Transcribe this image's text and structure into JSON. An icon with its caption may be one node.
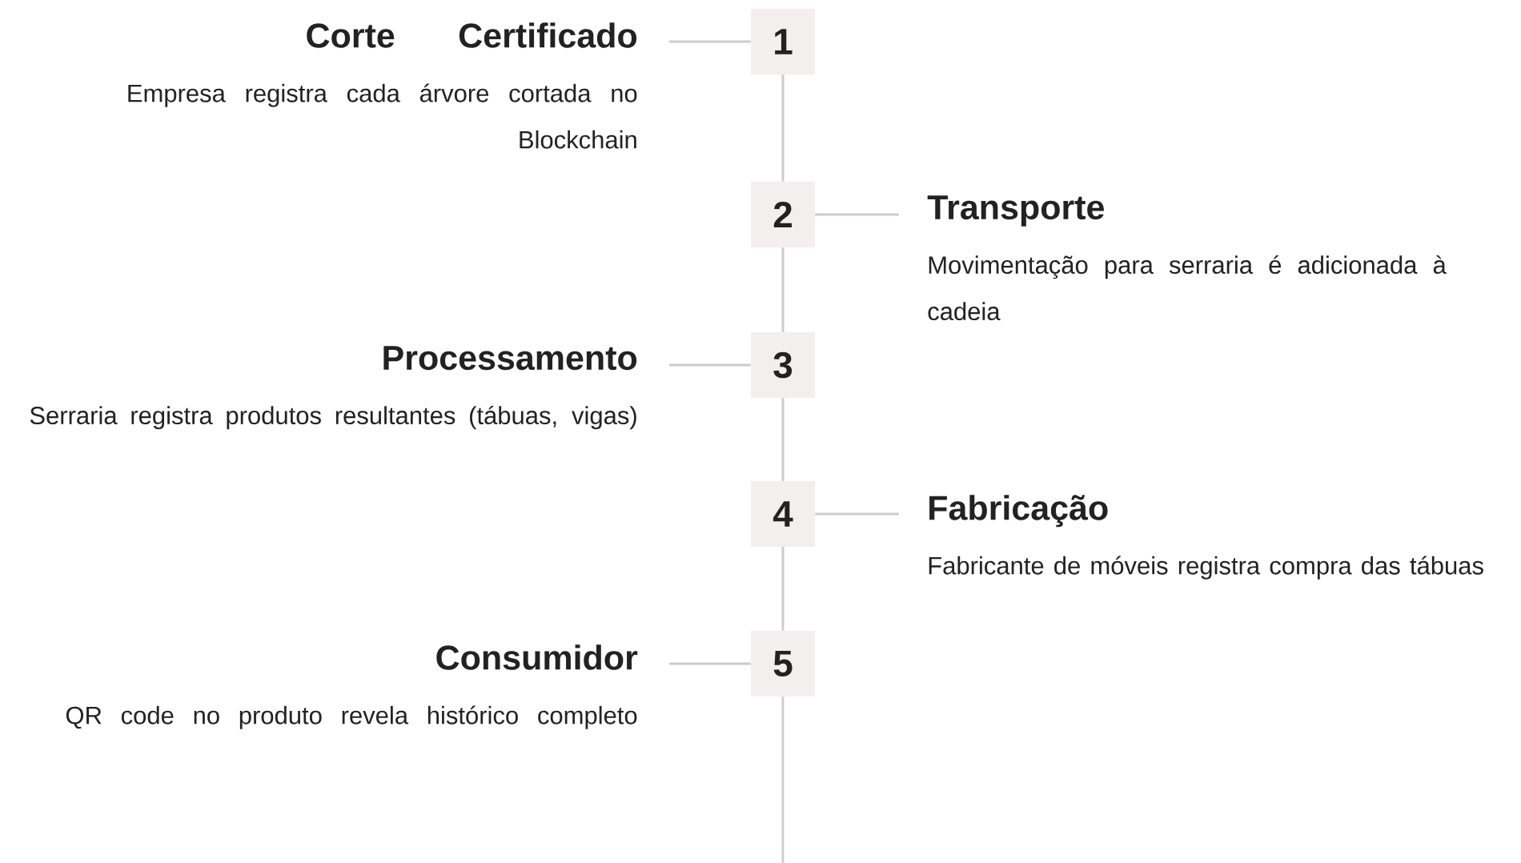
{
  "diagram": {
    "nodes": [
      {
        "text": [
          "Corte Certificado",
          "Empresa registra cada árvore cortada no Blockchain"
        ]
      },
      {
        "text": [
          "1"
        ]
      },
      {
        "text": [
          "2"
        ]
      },
      {
        "text": [
          "Transporte",
          "Movimentação para serraria é adicionada à cadeia"
        ]
      },
      {
        "text": [
          "Processamento",
          "Serraria registra produtos resultantes (tábuas, vigas)"
        ]
      },
      {
        "text": [
          "3"
        ]
      },
      {
        "text": [
          "4"
        ]
      },
      {
        "text": [
          "Fabricação",
          "Fabricante de móveis registra compra das tábuas"
        ]
      },
      {
        "text": [
          "Consumidor",
          "QR code no produto revela histórico completo"
        ]
      },
      {
        "text": [
          "5"
        ]
      }
    ],
    "edges": [
      {
        "from": 0,
        "to": 1,
        "arrow": "none"
      },
      {
        "from": 1,
        "to": 2,
        "arrow": "none"
      },
      {
        "from": 2,
        "to": 3,
        "arrow": "none"
      },
      {
        "from": 2,
        "to": 5,
        "arrow": "none"
      },
      {
        "from": 4,
        "to": 5,
        "arrow": "none"
      },
      {
        "from": 5,
        "to": 6,
        "arrow": "none"
      },
      {
        "from": 6,
        "to": 7,
        "arrow": "none"
      },
      {
        "from": 6,
        "to": 9,
        "arrow": "none"
      },
      {
        "from": 8,
        "to": 9,
        "arrow": "none"
      },
      {
        "from": 9,
        "to": null,
        "arrow": "none"
      }
    ]
  }
}
